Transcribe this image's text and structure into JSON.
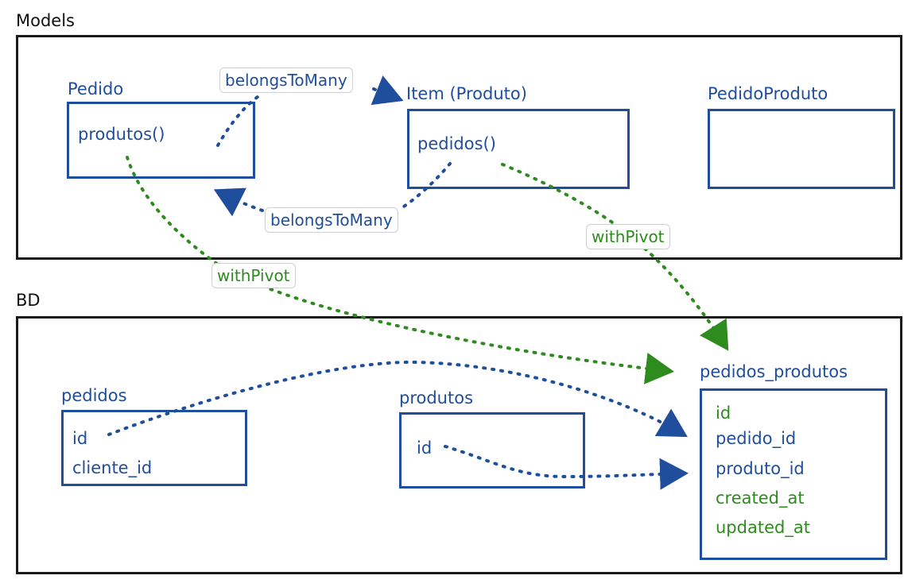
{
  "sections": {
    "models_label": "Models",
    "bd_label": "BD"
  },
  "models": {
    "pedido": {
      "title": "Pedido",
      "method": "produtos()"
    },
    "item": {
      "title": "Item (Produto)",
      "method": "pedidos()"
    },
    "pedido_produto": {
      "title": "PedidoProduto"
    }
  },
  "relations": {
    "belongs_top": "belongsToMany",
    "belongs_bottom": "belongsToMany",
    "with_pivot_left": "withPivot",
    "with_pivot_right": "withPivot"
  },
  "tables": {
    "pedidos": {
      "title": "pedidos",
      "fields": [
        "id",
        "cliente_id"
      ]
    },
    "produtos": {
      "title": "produtos",
      "fields": [
        "id"
      ]
    },
    "pedidos_produtos": {
      "title": "pedidos_produtos",
      "fields": [
        "id",
        "pedido_id",
        "produto_id",
        "created_at",
        "updated_at"
      ]
    }
  },
  "colors": {
    "blue": "#1f4e9c",
    "green": "#2e8b1e",
    "frame": "#1a1a1a"
  }
}
